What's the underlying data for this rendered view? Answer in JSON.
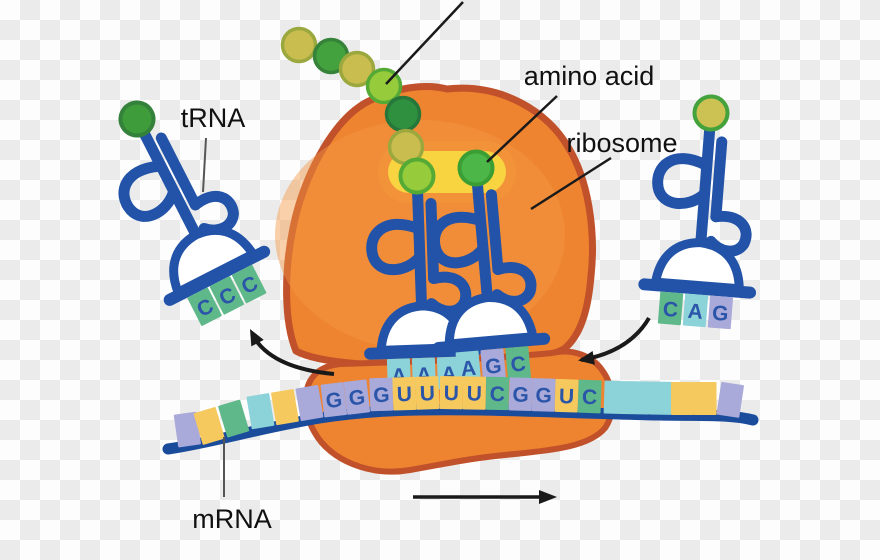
{
  "labels": {
    "trna": "tRNA",
    "amino_acid": "amino acid",
    "ribosome": "ribosome",
    "mrna": "mRNA"
  },
  "palette": {
    "nucleotide": {
      "A": "#8bd2d9",
      "U": "#f6c95e",
      "G": "#a9a9da",
      "C": "#5eb88a"
    },
    "flank": {
      "lavender": "#a9a9da",
      "yellow": "#f6c95e",
      "green": "#5eb88a",
      "teal": "#8bd2d9"
    },
    "amino": {
      "olive": {
        "fill": "#c9bd4f",
        "stroke": "#9aa83e"
      },
      "green": {
        "fill": "#43a23e",
        "stroke": "#358238"
      },
      "lime": {
        "fill": "#96cc3c",
        "stroke": "#55aa36"
      },
      "dark_green": {
        "fill": "#2f9140",
        "stroke": "#27763a"
      },
      "bright_green": {
        "fill": "#4db648",
        "stroke": "#3a9e35"
      },
      "forest": {
        "fill": "#3f9c3b",
        "stroke": "#33813a"
      },
      "olive_ring": {
        "fill": "#ccc153",
        "stroke": "#44a23c"
      }
    },
    "letter_color": "#2b55a8",
    "rna_blue": "#2253a8",
    "strand_blue": "#1b4c9c",
    "ribosome_fill": "#ee8430",
    "ribosome_highlight": "#f59a44",
    "ribosome_stroke": "#c1512a",
    "tunnel_yellow": "#f9d441",
    "tunnel_glow": "#f2953a",
    "label_color": "#111111",
    "arrow_color": "#1a1a1a",
    "pointer_gray": "#555555",
    "checker_light": "#fdfdfd",
    "checker_dark": "#ebebeb"
  },
  "mrna": {
    "left_flank": [
      "lavender",
      "yellow",
      "green",
      "teal",
      "yellow",
      "lavender"
    ],
    "codons": [
      "GGG",
      "UUU",
      "UCG",
      "GUC"
    ],
    "right_flank": [
      "teal",
      "teal",
      "teal",
      "yellow",
      "yellow",
      "lavender"
    ]
  },
  "anticodons": {
    "left_free": "CCC",
    "ribosome_left": "AAA",
    "ribosome_right": "AGC",
    "right_free": "CAG"
  },
  "trna_amino_balls": {
    "left_free": "forest",
    "ribosome_left": "lime",
    "ribosome_right": "bright_green",
    "right_free": "olive_ring"
  },
  "polypeptide_chain": [
    "olive",
    "green",
    "olive",
    "lime",
    "dark_green",
    "olive"
  ]
}
